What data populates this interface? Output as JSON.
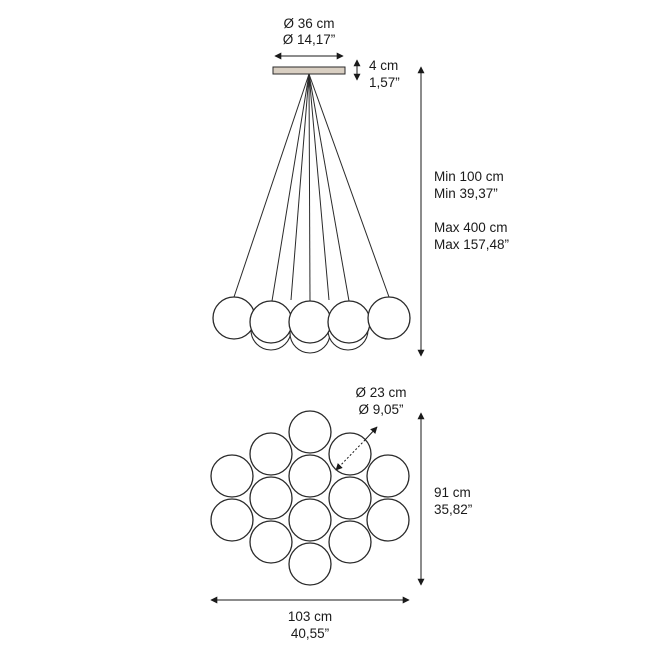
{
  "labels": {
    "canopy_diameter_cm": "Ø 36 cm",
    "canopy_diameter_in": "Ø 14,17”",
    "canopy_height_cm": "4 cm",
    "canopy_height_in": "1,57”",
    "min_cm": "Min 100 cm",
    "min_in": "Min 39,37”",
    "max_cm": "Max 400 cm",
    "max_in": "Max 157,48”",
    "sphere_diameter_cm": "Ø 23 cm",
    "sphere_diameter_in": "Ø 9,05”",
    "cluster_height_cm": "91 cm",
    "cluster_height_in": "35,82”",
    "cluster_width_cm": "103 cm",
    "cluster_width_in": "40,55”"
  },
  "colors": {
    "line": "#2a2a2a",
    "canopy": "#d9cfc2"
  }
}
